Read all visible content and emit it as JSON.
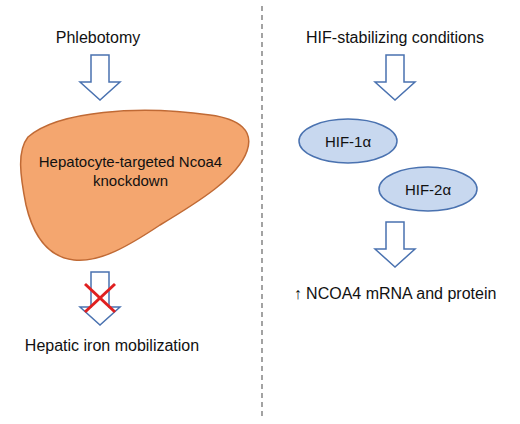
{
  "diagram": {
    "nodes": [
      {
        "text": [
          "Hepatocyte-targeted Ncoa4 knockdown"
        ]
      },
      {
        "text": [
          "HIF-1α"
        ]
      },
      {
        "text": [
          "HIF-2α"
        ]
      }
    ],
    "labels": [
      "Phlebotomy",
      "Hepatic iron mobilization",
      "HIF-stabilizing conditions",
      "↑ NCOA4 mRNA and protein"
    ]
  }
}
